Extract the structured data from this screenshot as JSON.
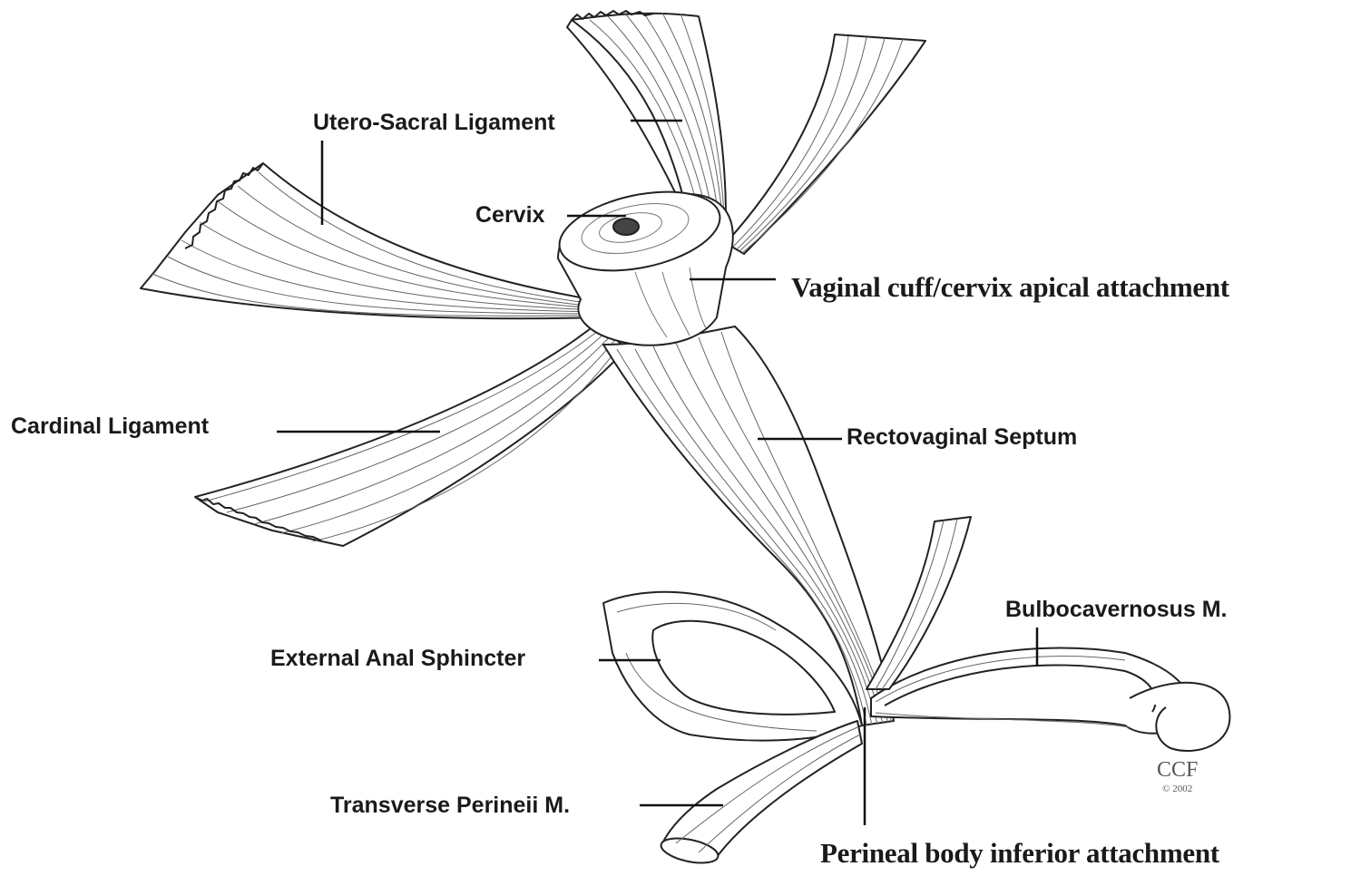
{
  "labels": {
    "utero_sacral": "Utero-Sacral Ligament",
    "cervix": "Cervix",
    "apical": "Vaginal cuff/cervix apical attachment",
    "cardinal": "Cardinal Ligament",
    "rectovaginal": "Rectovaginal Septum",
    "bulbocavernosus": "Bulbocavernosus M.",
    "external_anal": "External Anal Sphincter",
    "transverse": "Transverse Perineii M.",
    "perineal": "Perineal body inferior attachment"
  },
  "credit": {
    "name": "CCF",
    "year": "© 2002"
  },
  "colors": {
    "line": "#222222",
    "fibre": "#555555",
    "background": "#ffffff"
  }
}
